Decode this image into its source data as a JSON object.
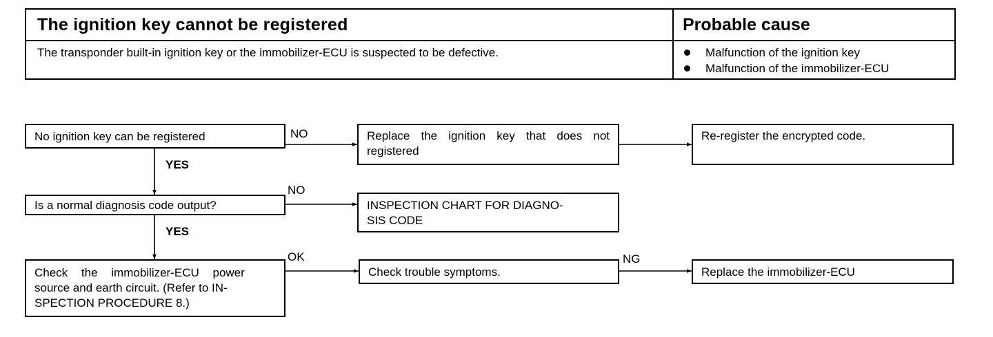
{
  "header": {
    "title": "The ignition key cannot be registered",
    "cause_title": "Probable cause",
    "description": "The transponder built-in ignition key or the immobilizer-ECU is suspected to be defective.",
    "causes": [
      "Malfunction of the ignition key",
      "Malfunction of the immobilizer-ECU"
    ]
  },
  "flow": {
    "box1": "No ignition key can be registered",
    "box2": "Replace the ignition key that does not registered",
    "box3": "Re-register the encrypted code.",
    "box4": "Is a normal diagnosis code output?",
    "box5_line1": "INSPECTION CHART FOR DIAGNO-",
    "box5_line2": "SIS CODE",
    "box6_line1": "Check the immobilizer-ECU power",
    "box6_line2": "source and earth circuit. (Refer to IN-",
    "box6_line3": "SPECTION PROCEDURE 8.)",
    "box7": "Check trouble symptoms.",
    "box8": "Replace the immobilizer-ECU",
    "labels": {
      "no1": "NO",
      "yes1": "YES",
      "no2": "NO",
      "yes2": "YES",
      "ok": "OK",
      "ng": "NG"
    }
  }
}
